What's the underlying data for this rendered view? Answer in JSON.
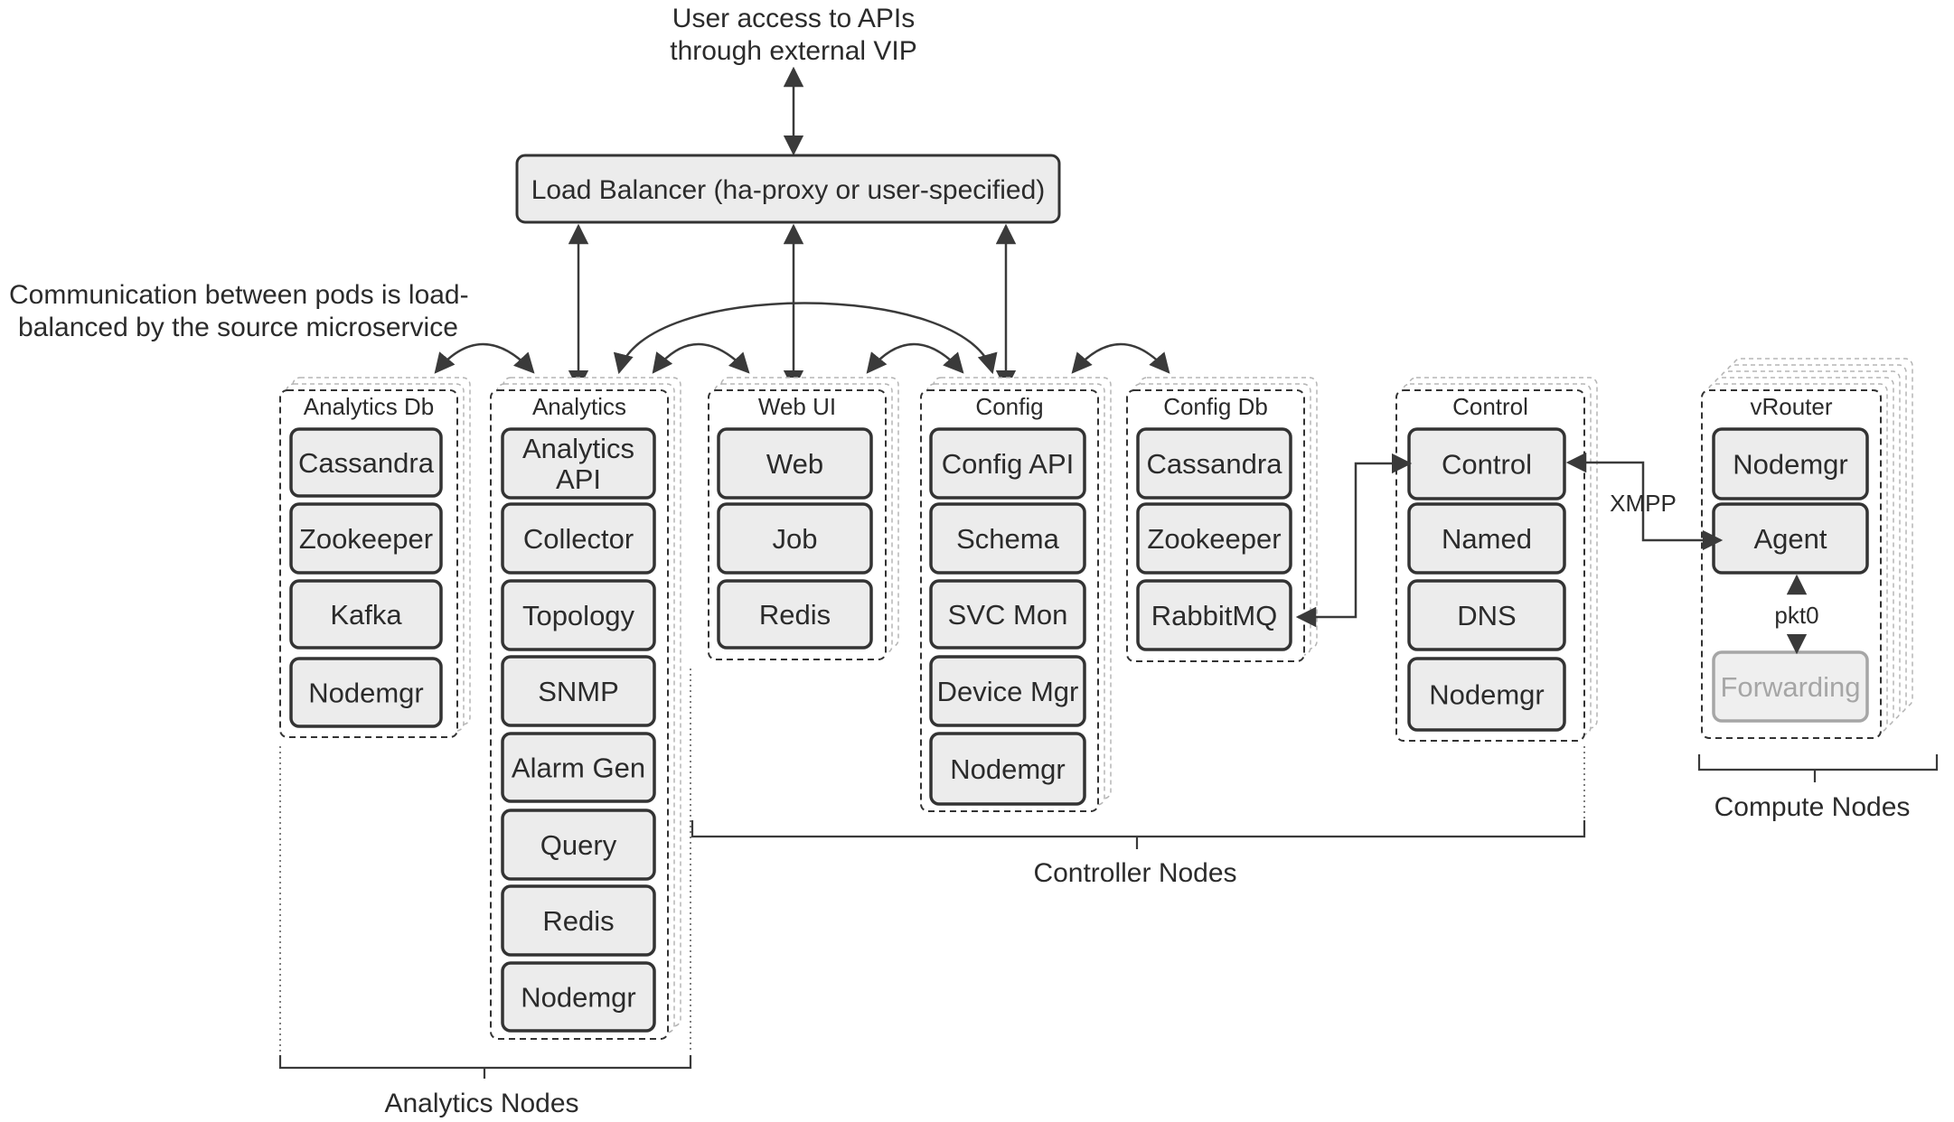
{
  "top_note": [
    "User access to APIs",
    "through external VIP"
  ],
  "load_balancer": "Load Balancer (ha-proxy or user-specified)",
  "pod_note": [
    "Communication between pods is load-",
    "balanced  by the source microservice"
  ],
  "pods": {
    "analytics_db": {
      "title": "Analytics Db",
      "items": [
        "Cassandra",
        "Zookeeper",
        "Kafka",
        "Nodemgr"
      ]
    },
    "analytics": {
      "title": "Analytics",
      "items": [
        [
          "Analytics",
          "API"
        ],
        "Collector",
        "Topology",
        "SNMP",
        "Alarm Gen",
        "Query",
        "Redis",
        "Nodemgr"
      ]
    },
    "web_ui": {
      "title": "Web UI",
      "items": [
        "Web",
        "Job",
        "Redis"
      ]
    },
    "config": {
      "title": "Config",
      "items": [
        "Config API",
        "Schema",
        "SVC Mon",
        "Device Mgr",
        "Nodemgr"
      ]
    },
    "config_db": {
      "title": "Config Db",
      "items": [
        "Cassandra",
        "Zookeeper",
        "RabbitMQ"
      ]
    },
    "control": {
      "title": "Control",
      "items": [
        "Control",
        "Named",
        "DNS",
        "Nodemgr"
      ]
    },
    "vrouter": {
      "title": "vRouter",
      "items": [
        "Nodemgr",
        "Agent",
        "Forwarding"
      ]
    }
  },
  "edge_labels": {
    "xmpp": "XMPP",
    "pkt0": "pkt0"
  },
  "groups": {
    "analytics_nodes": "Analytics Nodes",
    "controller_nodes": "Controller Nodes",
    "compute_nodes": "Compute Nodes"
  },
  "colors": {
    "box_fill": "#ececec",
    "box_stroke": "#333333",
    "muted": "#a6a6a6",
    "line": "#3a3a3a"
  }
}
